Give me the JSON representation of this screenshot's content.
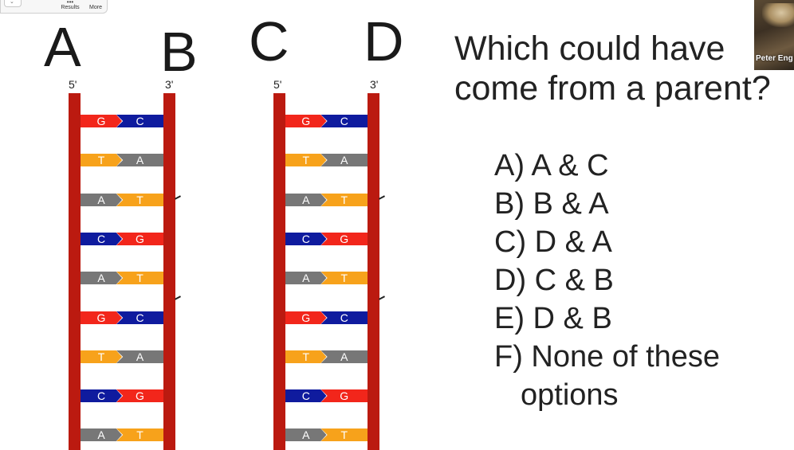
{
  "toolbar": {
    "results_label": "Results",
    "more_label": "More",
    "dropdown_icon": "chevron-down-icon"
  },
  "video": {
    "participant_name": "Peter Eng"
  },
  "slide": {
    "ladders": [
      {
        "left_label": "A",
        "right_label": "B",
        "left_end": "5'",
        "right_end": "3'"
      },
      {
        "left_label": "C",
        "right_label": "D",
        "left_end": "5'",
        "right_end": "3'"
      }
    ],
    "pairs": [
      [
        "G",
        "C"
      ],
      [
        "T",
        "A"
      ],
      [
        "A",
        "T"
      ],
      [
        "C",
        "G"
      ],
      [
        "A",
        "T"
      ],
      [
        "G",
        "C"
      ],
      [
        "T",
        "A"
      ],
      [
        "C",
        "G"
      ],
      [
        "A",
        "T"
      ]
    ],
    "base_colors": {
      "G": "#f2261b",
      "C": "#0f1b9e",
      "T": "#f7a21b",
      "A": "#777777"
    },
    "rail_color": "#bb1a10",
    "question_line1": "Which could have",
    "question_line2": "come from a parent?",
    "options": [
      "A) A & C",
      "B) B & A",
      "C) D & A",
      "D) C & B",
      "E) D & B",
      "F) None of these"
    ],
    "option_continuation": "options"
  }
}
